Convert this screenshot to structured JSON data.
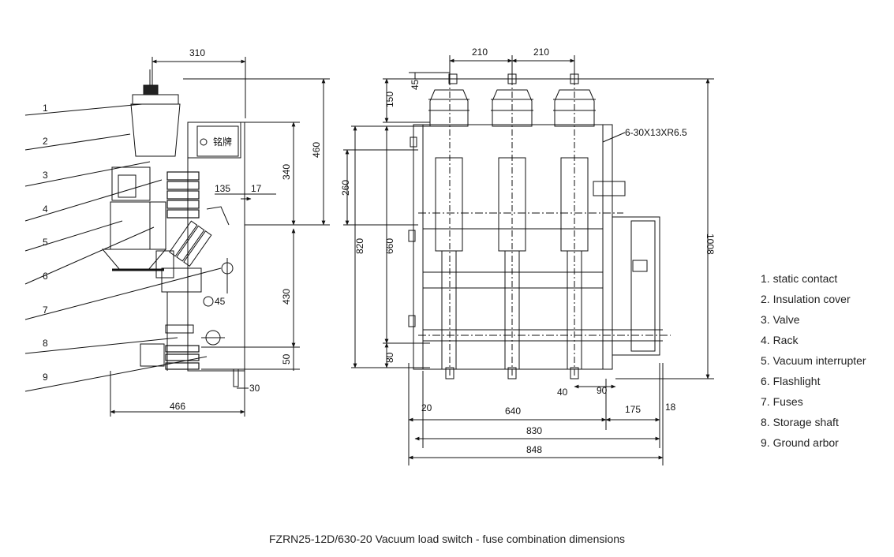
{
  "caption": "FZRN25-12D/630-20 Vacuum load switch - fuse combination dimensions",
  "nameplate": "铭牌",
  "hole_spec": "6-30X13XR6.5",
  "callout_numbers": [
    "1",
    "2",
    "3",
    "4",
    "5",
    "6",
    "7",
    "8",
    "9"
  ],
  "legend": [
    "1. static contact",
    "2. Insulation cover",
    "3. Valve",
    "4. Rack",
    "5. Vacuum interrupter",
    "6. Flashlight",
    "7. Fuses",
    "8. Storage shaft",
    "9. Ground arbor"
  ],
  "side_view_dims": {
    "top_width": "310",
    "height_460": "460",
    "height_340": "340",
    "dim_135": "135",
    "dim_17": "17",
    "dim_430": "430",
    "hole_45": "45",
    "dim_50": "50",
    "dim_30": "30",
    "base_width": "466"
  },
  "front_view_dims": {
    "pitch_left": "210",
    "pitch_right": "210",
    "dim_45": "45",
    "dim_150": "150",
    "dim_260": "260",
    "dim_820": "820",
    "dim_660": "660",
    "dim_80": "80",
    "dim_1008": "1008",
    "dim_40": "40",
    "dim_90": "90",
    "dim_20": "20",
    "dim_640": "640",
    "dim_175": "175",
    "dim_18": "18",
    "dim_830": "830",
    "dim_848": "848"
  }
}
